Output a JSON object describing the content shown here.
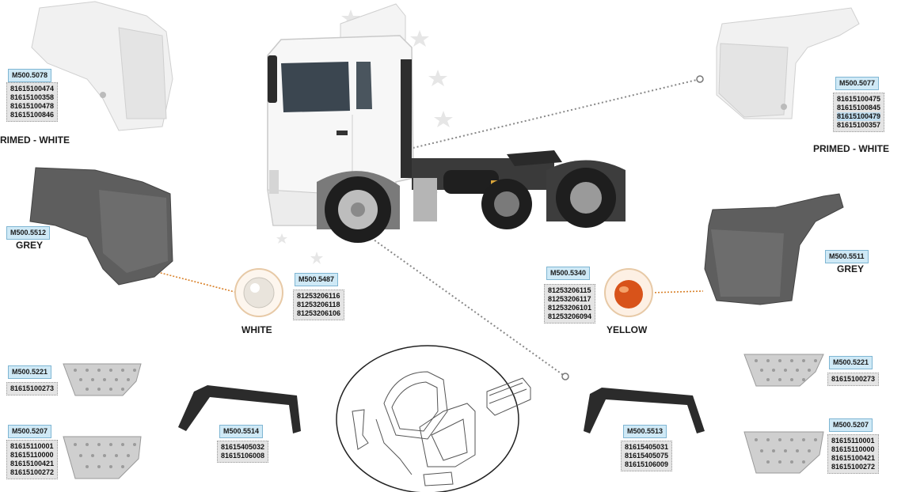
{
  "parts": [
    {
      "code": "M500.5078",
      "numbers": [
        "81615100474",
        "81615100358",
        "81615100478",
        "81615100846"
      ],
      "label": "PRIMED - WHITE"
    },
    {
      "code": "M500.5077",
      "numbers": [
        "81615100475",
        "81615100845",
        "81615100479",
        "81615100357"
      ],
      "label": "PRIMED - WHITE"
    },
    {
      "code": "M500.5512",
      "numbers": [],
      "label": "GREY"
    },
    {
      "code": "M500.5511",
      "numbers": [],
      "label": "GREY"
    },
    {
      "code": "M500.5487",
      "numbers": [
        "81253206116",
        "81253206118",
        "81253206106"
      ],
      "label": "WHITE"
    },
    {
      "code": "M500.5340",
      "numbers": [
        "81253206115",
        "81253206117",
        "81253206101",
        "81253206094"
      ],
      "label": "YELLOW"
    },
    {
      "code": "M500.5221",
      "numbers": [
        "81615100273"
      ],
      "label": ""
    },
    {
      "code": "M500.5221",
      "numbers": [
        "81615100273"
      ],
      "label": ""
    },
    {
      "code": "M500.5207",
      "numbers": [
        "81615110001",
        "81615110000",
        "81615100421",
        "81615100272"
      ],
      "label": ""
    },
    {
      "code": "M500.5207",
      "numbers": [
        "81615110001",
        "81615110000",
        "81615100421",
        "81615100272"
      ],
      "label": ""
    },
    {
      "code": "M500.5514",
      "numbers": [
        "81615405032",
        "81615106008"
      ],
      "label": ""
    },
    {
      "code": "M500.5513",
      "numbers": [
        "81615405031",
        "81615405075",
        "81615106009"
      ],
      "label": ""
    }
  ],
  "colors": {
    "code_bg": "#cfe9f6",
    "numbers_bg": "#e4e4e4",
    "leader_grey": "#888888",
    "leader_orange": "#d9822b",
    "white_lamp": "#f2eee6",
    "yellow_lamp": "#d8531a"
  }
}
